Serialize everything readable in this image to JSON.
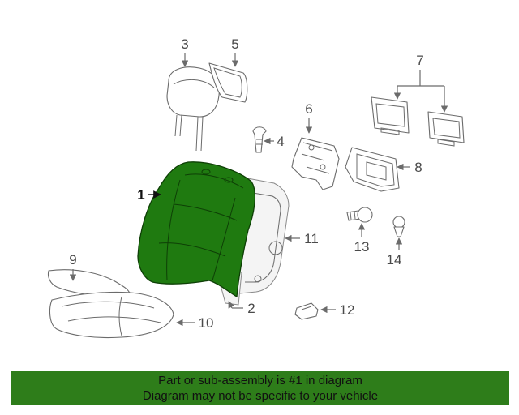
{
  "colors": {
    "highlight_part": "#1f7a10",
    "banner_background": "#2e7d1a",
    "line_art": "#6b6b6b"
  },
  "callouts": {
    "c1": "1",
    "c2": "2",
    "c3": "3",
    "c4": "4",
    "c5": "5",
    "c6": "6",
    "c7": "7",
    "c8": "8",
    "c9": "9",
    "c10": "10",
    "c11": "11",
    "c12": "12",
    "c13": "13",
    "c14": "14"
  },
  "banner": {
    "line1": "Part or sub-assembly is #1 in diagram",
    "line2": "Diagram may not be specific to your vehicle"
  }
}
